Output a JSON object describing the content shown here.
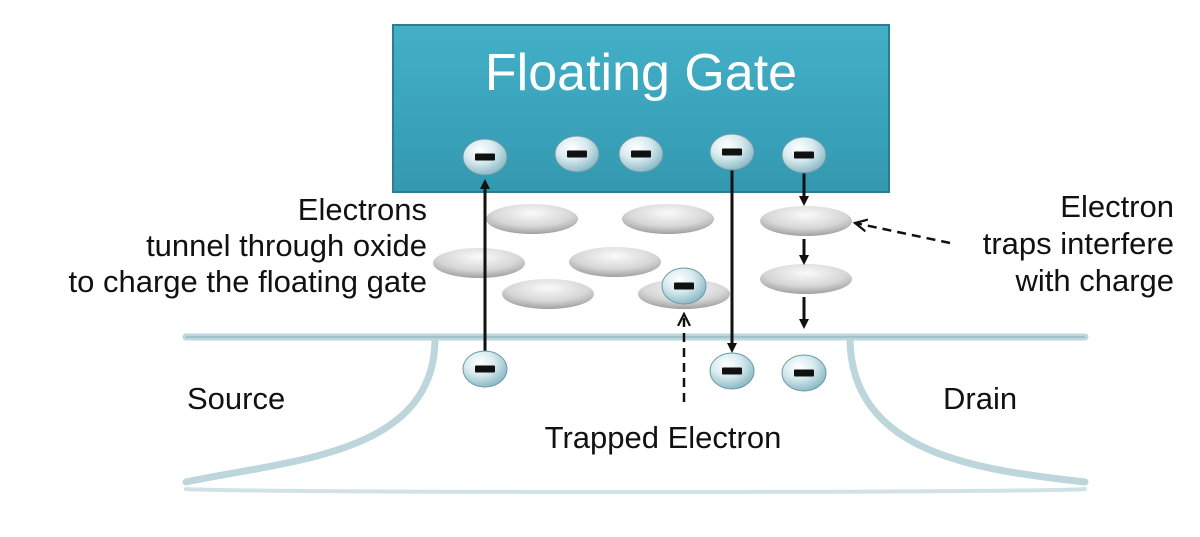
{
  "floating_gate": {
    "title": "Floating Gate"
  },
  "labels": {
    "tunnel": [
      "Electrons",
      "tunnel through oxide",
      "to charge the floating gate"
    ],
    "traps": [
      "Electron",
      "traps interfere",
      "with charge"
    ],
    "source": "Source",
    "drain": "Drain",
    "trapped": "Trapped Electron"
  },
  "electron": {
    "symbol": "−",
    "icon": "electron-icon"
  },
  "colors": {
    "gate_fill": "#3aa6bf",
    "gate_border": "#2c7d90",
    "electron_light": "#eef6f8",
    "electron_dark": "#7fb2bf",
    "trap_light": "#f1f1f1",
    "trap_dark": "#9a9a9a",
    "substrate_line": "#bcd6db",
    "arrow": "#111111"
  }
}
